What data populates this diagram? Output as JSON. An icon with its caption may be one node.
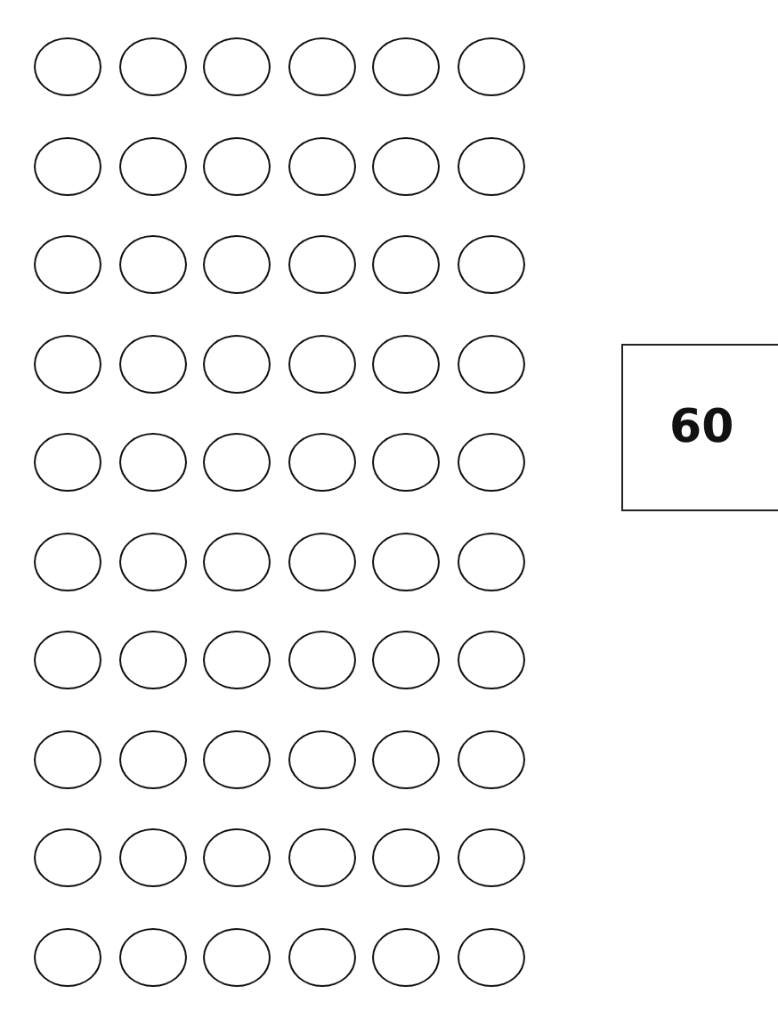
{
  "diagram": {
    "nodes": [
      {
        "text": [],
        "shape": "circle"
      },
      {
        "text": [],
        "shape": "circle"
      },
      {
        "text": [],
        "shape": "circle"
      },
      {
        "text": [],
        "shape": "circle"
      },
      {
        "text": [],
        "shape": "circle"
      },
      {
        "text": [],
        "shape": "circle"
      },
      {
        "text": [],
        "shape": "circle"
      },
      {
        "text": [],
        "shape": "circle"
      },
      {
        "text": [],
        "shape": "circle"
      },
      {
        "text": [],
        "shape": "circle"
      },
      {
        "text": [],
        "shape": "circle"
      },
      {
        "text": [],
        "shape": "circle"
      },
      {
        "text": [],
        "shape": "circle"
      },
      {
        "text": [],
        "shape": "circle"
      },
      {
        "text": [],
        "shape": "circle"
      },
      {
        "text": [],
        "shape": "circle"
      },
      {
        "text": [],
        "shape": "circle"
      },
      {
        "text": [],
        "shape": "circle"
      },
      {
        "text": [],
        "shape": "circle"
      },
      {
        "text": [],
        "shape": "circle"
      },
      {
        "text": [],
        "shape": "circle"
      },
      {
        "text": [],
        "shape": "circle"
      },
      {
        "text": [],
        "shape": "circle"
      },
      {
        "text": [],
        "shape": "circle"
      },
      {
        "text": [],
        "shape": "circle"
      },
      {
        "text": [],
        "shape": "circle"
      },
      {
        "text": [],
        "shape": "circle"
      },
      {
        "text": [],
        "shape": "circle"
      },
      {
        "text": [],
        "shape": "circle"
      },
      {
        "text": [],
        "shape": "circle"
      },
      {
        "text": [
          "60"
        ]
      },
      {
        "text": [],
        "shape": "circle"
      },
      {
        "text": [],
        "shape": "circle"
      },
      {
        "text": [],
        "shape": "circle"
      },
      {
        "text": [],
        "shape": "circle"
      },
      {
        "text": [],
        "shape": "circle"
      },
      {
        "text": [],
        "shape": "circle"
      },
      {
        "text": [],
        "shape": "circle"
      },
      {
        "text": [],
        "shape": "circle"
      },
      {
        "text": [],
        "shape": "circle"
      },
      {
        "text": [],
        "shape": "circle"
      },
      {
        "text": [],
        "shape": "circle"
      },
      {
        "text": [],
        "shape": "circle"
      },
      {
        "text": [],
        "shape": "circle"
      },
      {
        "text": [],
        "shape": "circle"
      },
      {
        "text": [],
        "shape": "circle"
      },
      {
        "text": [],
        "shape": "circle"
      },
      {
        "text": [],
        "shape": "circle"
      },
      {
        "text": [],
        "shape": "circle"
      },
      {
        "text": [],
        "shape": "circle"
      },
      {
        "text": [],
        "shape": "circle"
      },
      {
        "text": [],
        "shape": "circle"
      },
      {
        "text": [],
        "shape": "circle"
      },
      {
        "text": [],
        "shape": "circle"
      },
      {
        "text": [],
        "shape": "circle"
      },
      {
        "text": [],
        "shape": "circle"
      },
      {
        "text": [],
        "shape": "circle"
      },
      {
        "text": [],
        "shape": "circle"
      },
      {
        "text": [],
        "shape": "circle"
      },
      {
        "text": [],
        "shape": "circle"
      },
      {
        "text": [],
        "shape": "circle"
      }
    ],
    "edges": []
  }
}
